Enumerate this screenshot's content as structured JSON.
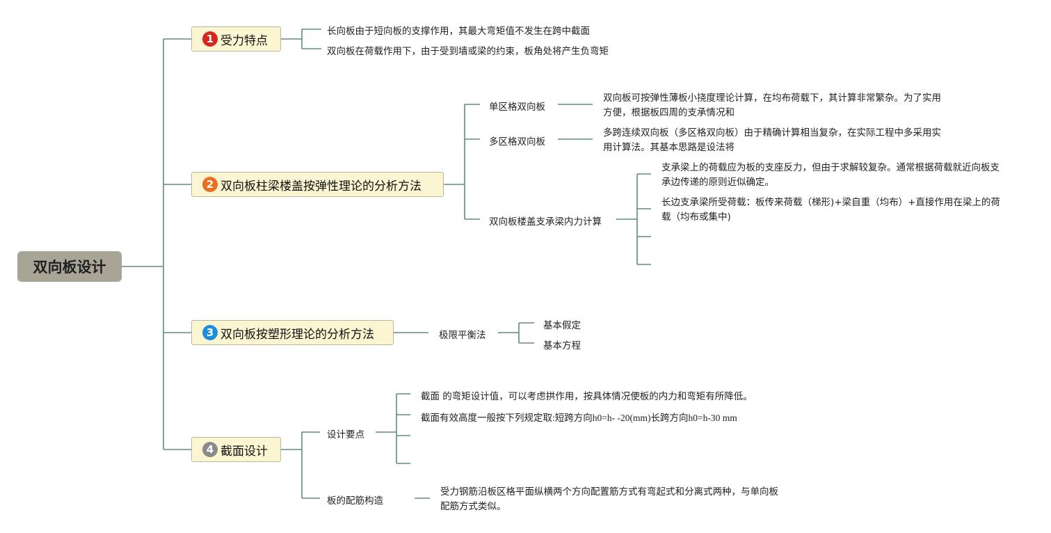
{
  "root": {
    "label": "双向板设计"
  },
  "topics": [
    {
      "badge": "1",
      "badge_color": "#d8261c",
      "label": "受力特点",
      "leaves": [
        "长向板由于短向板的支撑作用，其最大弯矩值不发生在跨中截面",
        "双向板在荷载作用下，由于受到墙或梁的约束，板角处将产生负弯矩"
      ]
    },
    {
      "badge": "2",
      "badge_color": "#e8701f",
      "label": "双向板柱梁楼盖按弹性理论的分析方法",
      "subs": [
        {
          "label": "单区格双向板",
          "detail": "双向板可按弹性薄板小挠度理论计算，在均布荷载下，其计算非常繁杂。为了实用方便，根据板四周的支承情况和"
        },
        {
          "label": "多区格双向板",
          "detail": "多跨连续双向板（多区格双向板）由于精确计算相当复杂，在实际工程中多采用实用计算法。其基本思路是设法将"
        },
        {
          "label": "双向板楼盖支承梁内力计算",
          "details": [
            "支承梁上的荷载应为板的支座反力，但由于求解较复杂。通常根据荷载就近向板支承边传递的原则近似确定。",
            "长边支承梁所受荷载：板传来荷载（梯形)+梁自重（均布）+直接作用在梁上的荷载（均布或集中)"
          ]
        }
      ]
    },
    {
      "badge": "3",
      "badge_color": "#1b8fd8",
      "label": "双向板按塑形理论的分析方法",
      "subs": [
        {
          "label": "极限平衡法",
          "children": [
            "基本假定",
            "基本方程"
          ]
        }
      ]
    },
    {
      "badge": "4",
      "badge_color": "#8a8a8a",
      "label": "截面设计",
      "subs": [
        {
          "label": "设计要点",
          "details": [
            "截面 的弯矩设计值，可以考虑拱作用，按具体情况使板的内力和弯矩有所降低。",
            "截面有效高度一般按下列规定取:短跨方向h0=h- -20(mm)长跨方向h0=h-30 mm"
          ]
        },
        {
          "label": "板的配筋构造",
          "detail": "受力钢筋沿板区格平面纵横两个方向配置筋方式有弯起式和分离式两种，与单向板配筋方式类似。"
        }
      ]
    }
  ]
}
